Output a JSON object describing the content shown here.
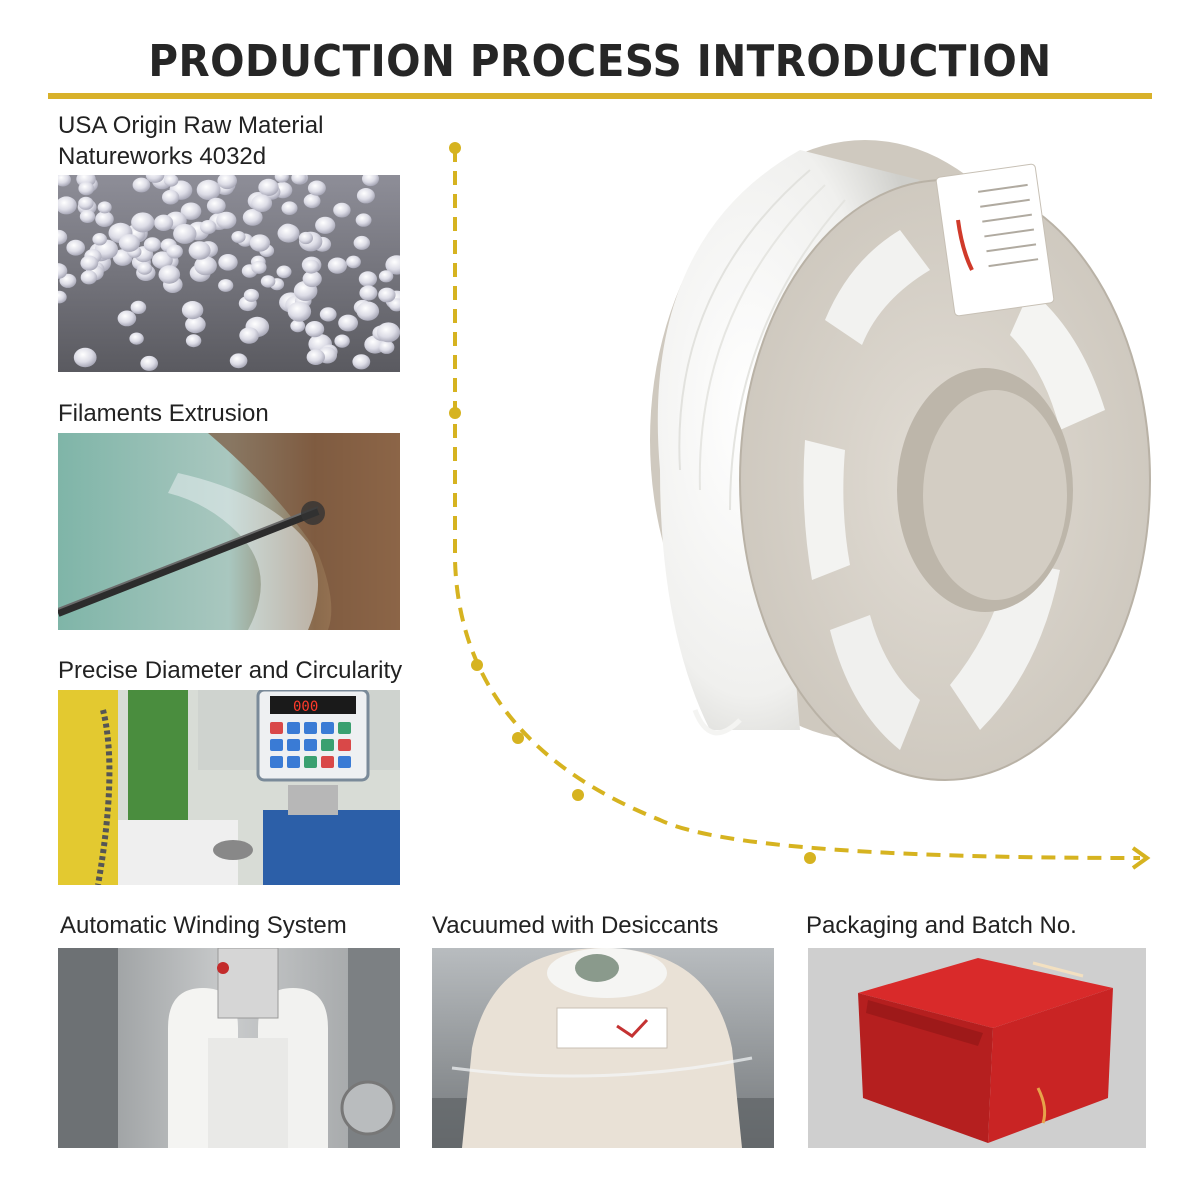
{
  "header": {
    "title": "PRODUCTION PROCESS INTRODUCTION",
    "accent_color": "#d8b12a"
  },
  "steps": [
    {
      "label": "USA Origin Raw Material",
      "label_line2": "Natureworks 4032d",
      "photo": "pla-pellets"
    },
    {
      "label": "Filaments Extrusion",
      "photo": "extrusion-nozzle"
    },
    {
      "label": "Precise Diameter and Circularity",
      "photo": "diameter-gauge",
      "gauge_readout": "000"
    },
    {
      "label": "Automatic Winding System",
      "photo": "winding-machine"
    },
    {
      "label": "Vacuumed with Desiccants",
      "photo": "vacuum-bag-spool"
    },
    {
      "label": "Packaging and Batch No.",
      "photo": "red-box"
    }
  ],
  "product": {
    "photo": "white-filament-spool",
    "color": "#f7f7f5"
  }
}
